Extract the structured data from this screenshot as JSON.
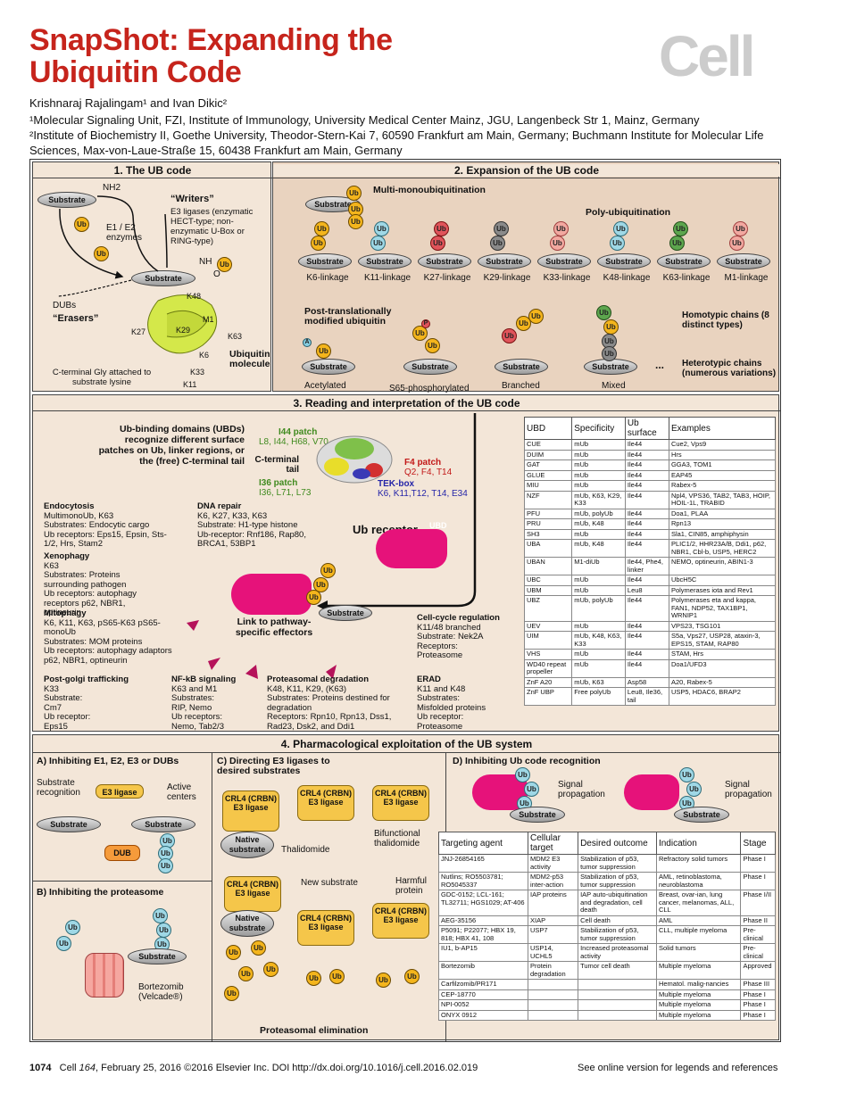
{
  "header": {
    "title_line1": "SnapShot: Expanding the",
    "title_line2": "Ubiquitin Code",
    "journal_logo": "Cell",
    "authors": "Krishnaraj Rajalingam¹ and Ivan Dikic²",
    "affil1": "¹Molecular Signaling Unit, FZI, Institute of Immunology, University Medical Center Mainz, JGU, Langenbeck Str 1, Mainz, Germany",
    "affil2": "²Institute of Biochemistry II, Goethe University, Theodor-Stern-Kai 7, 60590 Frankfurt am Main, Germany; Buchmann Institute for Molecular Life Sciences, Max-von-Laue-Straße 15, 60438 Frankfurt am Main, Germany"
  },
  "section1": {
    "title": "1. The UB code",
    "substrate": "Substrate",
    "nh2": "NH2",
    "writers": "“Writers”",
    "e3_text": "E3 ligases (enzymatic HECT-type; non-enzymatic U-Box or RING-type)",
    "e1e2": "E1 / E2 enzymes",
    "dubs": "DUBs",
    "erasers": "“Erasers”",
    "ub": "Ub",
    "nh": "NH",
    "o": "O",
    "lysines": [
      "K48",
      "M1",
      "K27",
      "K29",
      "K63",
      "K6",
      "K33",
      "K11"
    ],
    "molecule": "Ubiquitin molecule",
    "cgly": "C-terminal Gly attached to substrate lysine"
  },
  "section2": {
    "title": "2. Expansion of the UB code",
    "multi": "Multi-monoubiquitination",
    "poly": "Poly-ubiquitination",
    "linkages": [
      "K6-linkage",
      "K11-linkage",
      "K27-linkage",
      "K29-linkage",
      "K33-linkage",
      "K48-linkage",
      "K63-linkage",
      "M1-linkage"
    ],
    "ptm": "Post-translationally modified ubiquitin",
    "homotypic": "Homotypic chains (8 distinct types)",
    "heterotypic": "Heterotypic chains (numerous variations)",
    "examples": [
      "Acetylated",
      "S65-phosphorylated",
      "Branched",
      "Mixed"
    ],
    "a": "A",
    "p": "P",
    "ellipsis": "..."
  },
  "section3": {
    "title": "3. Reading and interpretation of the UB code",
    "ubd_intro": "Ub-binding domains (UBDs) recognize different surface patches on Ub, linker regions, or the (free) C-terminal tail",
    "i44": "I44 patch",
    "i44_res": "L8, I44, H68, V70",
    "cterm": "C-terminal tail",
    "f4": "F4 patch",
    "f4_res": "Q2, F4, T14",
    "i36": "I36 patch",
    "i36_res": "I36, L71, L73",
    "tek": "TEK-box",
    "tek_res": "K6, K11,T12, T14, E34",
    "receptor": "Ub receptor",
    "ubd": "UBD",
    "link": "Link to pathway-specific effectors",
    "categories": [
      {
        "head": "Endocytosis",
        "body": "MultimonoUb, K63\nSubstrates: Endocytic cargo\nUb receptors: Eps15, Epsin, Sts-1/2, Hrs, Stam2"
      },
      {
        "head": "DNA repair",
        "body": "K6, K27, K33, K63\nSubstrate: H1-type histone\nUb-receptor: Rnf186, Rap80, BRCA1, 53BP1"
      },
      {
        "head": "Xenophagy",
        "body": "K63\nSubstrates: Proteins surrounding pathogen\nUb receptors: autophagy receptors p62, NBR1, optineurin"
      },
      {
        "head": "Mitophagy",
        "body": "K6, K11, K63, pS65-K63 pS65-monoUb\nSubstrates: MOM proteins\nUb receptors: autophagy adaptors p62, NBR1, optineurin"
      },
      {
        "head": "Post-golgi trafficking",
        "body": "K33\nSubstrate:\nCm7\nUb receptor:\nEps15"
      },
      {
        "head": "NF-kB signaling",
        "body": "K63 and M1\nSubstrates:\nRIP, Nemo\nUb receptors:\nNemo, Tab2/3"
      },
      {
        "head": "Proteasomal degradation",
        "body": "K48, K11, K29, (K63)\nSubstrates: Proteins destined for degradation\nReceptors: Rpn10, Rpn13, Dss1, Rad23, Dsk2, and Ddi1"
      },
      {
        "head": "ERAD",
        "body": "K11 and K48\nSubstrates:\nMisfolded proteins\nUb receptor:\nProteasome"
      },
      {
        "head": "Cell-cycle regulation",
        "body": "K11/48 branched\nSubstrate: Nek2A\nReceptors:\nProteasome"
      }
    ],
    "ubd_table": {
      "headers": [
        "UBD",
        "Specificity",
        "Ub surface",
        "Examples"
      ],
      "rows": [
        [
          "CUE",
          "mUb",
          "Ile44",
          "Cue2, Vps9"
        ],
        [
          "DUIM",
          "mUb",
          "Ile44",
          "Hrs"
        ],
        [
          "GAT",
          "mUb",
          "Ile44",
          "GGA3, TOM1"
        ],
        [
          "GLUE",
          "mUb",
          "Ile44",
          "EAP45"
        ],
        [
          "MIU",
          "mUb",
          "Ile44",
          "Rabex-5"
        ],
        [
          "NZF",
          "mUb, K63, K29, K33",
          "Ile44",
          "Npl4, VPS36, TAB2, TAB3, HOIP, HOIL-1L, TRABID"
        ],
        [
          "PFU",
          "mUb, polyUb",
          "Ile44",
          "Doa1, PLAA"
        ],
        [
          "PRU",
          "mUb, K48",
          "Ile44",
          "Rpn13"
        ],
        [
          "SH3",
          "mUb",
          "Ile44",
          "Sla1, CIN85, amphiphysin"
        ],
        [
          "UBA",
          "mUb, K48",
          "Ile44",
          "PLIC1/2, HHR23A/B, Ddi1, p62, NBR1, Cbl-b, USP5, HERC2"
        ],
        [
          "UBAN",
          "M1-diUb",
          "Ile44, Phe4, linker",
          "NEMO, optineurin, ABIN1-3"
        ],
        [
          "UBC",
          "mUb",
          "Ile44",
          "UbcH5C"
        ],
        [
          "UBM",
          "mUb",
          "Leu8",
          "Polymerases iota and Rev1"
        ],
        [
          "UBZ",
          "mUb, polyUb",
          "Ile44",
          "Polymerases eta and kappa, FAN1, NDP52, TAX1BP1, WRNIP1"
        ],
        [
          "UEV",
          "mUb",
          "Ile44",
          "VPS23, TSG101"
        ],
        [
          "UIM",
          "mUb, K48, K63, K33",
          "Ile44",
          "S5a, Vps27, USP28, ataxin-3, EPS15, STAM, RAP80"
        ],
        [
          "VHS",
          "mUb",
          "Ile44",
          "STAM, Hrs"
        ],
        [
          "WD40 repeat propeller",
          "mUb",
          "Ile44",
          "Doa1/UFD3"
        ],
        [
          "ZnF A20",
          "mUb, K63",
          "Asp58",
          "A20, Rabex-5"
        ],
        [
          "ZnF UBP",
          "Free polyUb",
          "Leu8, Ile36, tail",
          "USP5, HDAC6, BRAP2"
        ]
      ]
    }
  },
  "section4": {
    "title": "4. Pharmacological exploitation of the UB system",
    "a_title": "A) Inhibiting E1, E2, E3 or DUBs",
    "substrate_recognition": "Substrate recognition",
    "e3_ligase": "E3 ligase",
    "active_centers": "Active centers",
    "dub": "DUB",
    "b_title": "B) Inhibiting the proteasome",
    "bortezomib": "Bortezomib (Velcade®)",
    "c_title": "C) Directing E3 ligases to desired substrates",
    "crl4": "CRL4 (CRBN) E3 ligase",
    "native": "Native substrate",
    "thalidomide": "Thalidomide",
    "new_substrate": "New substrate",
    "bifunctional": "Bifunctional thalidomide",
    "harmful": "Harmful protein",
    "proteasomal": "Proteasomal elimination",
    "d_title": "D) Inhibiting Ub code recognition",
    "signal": "Signal propagation",
    "drug_table": {
      "headers": [
        "Targeting agent",
        "Cellular target",
        "Desired outcome",
        "Indication",
        "Stage"
      ],
      "rows": [
        [
          "JNJ-26854165",
          "MDM2 E3 activity",
          "Stabilization of p53, tumor suppression",
          "Refractory solid tumors",
          "Phase I"
        ],
        [
          "Nutlins; RO5503781; RO5045337",
          "MDM2-p53 inter-action",
          "Stabilization of p53, tumor suppression",
          "AML, retinoblastoma, neuroblastoma",
          "Phase I"
        ],
        [
          "GDC-0152; LCL-161; TL32711; HGS1029; AT-406",
          "IAP proteins",
          "IAP auto-ubiquitination and degradation, cell death",
          "Breast, ovar-ian, lung cancer, melanomas, ALL, CLL",
          "Phase I/II"
        ],
        [
          "AEG-35156",
          "",
          "Cell death",
          "AML",
          "Phase II"
        ],
        [
          "P5091; P22077; HBX 19, 818; HBX 41, 108",
          "USP7",
          "Stabilization of p53, tumor suppression",
          "CLL, multiple myeloma",
          "Pre-clinical"
        ],
        [
          "IU1, b-AP15",
          "USP14, UCHL5",
          "Increased proteasomal activity",
          "Solid tumors",
          "Pre-clinical"
        ],
        [
          "Bortezomib",
          "Protein degradation",
          "Tumor cell death",
          "Multiple myeloma",
          "Approved"
        ],
        [
          "Carfilzomib/PR171",
          "",
          "",
          "Hematol. malig-nancies",
          "Phase III"
        ],
        [
          "CEP-18770",
          "",
          "",
          "Multiple myeloma",
          "Phase I"
        ],
        [
          "NPI-0052",
          "",
          "",
          "Multiple myeloma",
          "Phase I"
        ],
        [
          "ONYX 0912",
          "",
          "",
          "Multiple myeloma",
          "Phase I"
        ]
      ],
      "xiap": "XIAP"
    }
  },
  "footer": {
    "page": "1074",
    "citation_pre": "Cell ",
    "citation_vol": "164",
    "citation_post": ", February 25, 2016 ©2016 Elsevier Inc.   DOI http://dx.doi.org/10.1016/j.cell.2016.02.019",
    "online": "See online version for legends and references"
  },
  "colors": {
    "title_red": "#c6241c",
    "panel_bg": "#f3e6d8",
    "panel_dark": "#e9d3bf",
    "ub_yellow": "#f4b51c",
    "receptor_pink": "#e6127a"
  }
}
